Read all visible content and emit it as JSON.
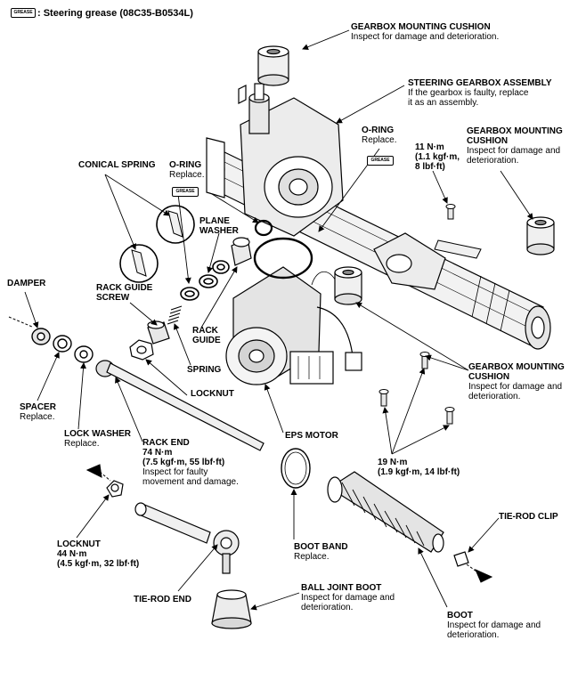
{
  "legend": {
    "icon_text": "GREASE",
    "text": ": Steering grease (08C35-B0534L)"
  },
  "labels": {
    "gearbox_cushion_top": {
      "title": "GEARBOX MOUNTING CUSHION",
      "note1": "Inspect for damage and deterioration."
    },
    "gearbox_assembly": {
      "title": "STEERING GEARBOX ASSEMBLY",
      "note1": "If the gearbox is faulty, replace",
      "note2": "it as an assembly."
    },
    "o_ring_right": {
      "title": "O-RING",
      "note1": "Replace."
    },
    "torque_11": {
      "line1": "11 N·m",
      "line2": "(1.1 kgf·m,",
      "line3": "8 lbf·ft)"
    },
    "gearbox_cushion_right": {
      "line1": "GEARBOX MOUNTING",
      "line2": "CUSHION",
      "note1": "Inspect for damage and",
      "note2": "deterioration."
    },
    "conical_spring": {
      "title": "CONICAL SPRING"
    },
    "o_ring_left": {
      "title": "O-RING",
      "note1": "Replace."
    },
    "plane_washer": {
      "line1": "PLANE",
      "line2": "WASHER"
    },
    "damper": {
      "title": "DAMPER"
    },
    "rack_guide_screw": {
      "line1": "RACK GUIDE",
      "line2": "SCREW"
    },
    "rack_guide": {
      "line1": "RACK",
      "line2": "GUIDE"
    },
    "spring": {
      "title": "SPRING"
    },
    "locknut_top": {
      "title": "LOCKNUT"
    },
    "gearbox_cushion_bottom": {
      "line1": "GEARBOX MOUNTING",
      "line2": "CUSHION",
      "note1": "Inspect for damage and",
      "note2": "deterioration."
    },
    "spacer": {
      "title": "SPACER",
      "note1": "Replace."
    },
    "lock_washer": {
      "title": "LOCK WASHER",
      "note1": "Replace."
    },
    "rack_end": {
      "title": "RACK END",
      "line2": "74 N·m",
      "line3": "(7.5 kgf·m, 55 lbf·ft)",
      "note1": "Inspect for faulty",
      "note2": "movement and damage."
    },
    "eps_motor": {
      "title": "EPS MOTOR"
    },
    "torque_19": {
      "line1": "19 N·m",
      "line2": "(1.9 kgf·m, 14 lbf·ft)"
    },
    "locknut_bottom": {
      "line1": "LOCKNUT",
      "line2": "44 N·m",
      "line3": "(4.5 kgf·m, 32 lbf·ft)"
    },
    "tie_rod_clip": {
      "title": "TIE-ROD CLIP"
    },
    "boot_band": {
      "title": "BOOT BAND",
      "note1": "Replace."
    },
    "ball_joint_boot": {
      "title": "BALL JOINT BOOT",
      "note1": "Inspect for damage and",
      "note2": "deterioration."
    },
    "tie_rod_end": {
      "title": "TIE-ROD END"
    },
    "boot": {
      "title": "BOOT",
      "note1": "Inspect for damage and",
      "note2": "deterioration."
    }
  },
  "colors": {
    "line": "#000000",
    "fill": "#ffffff",
    "shade": "#d9d9d9",
    "dark": "#8c8c8c"
  }
}
